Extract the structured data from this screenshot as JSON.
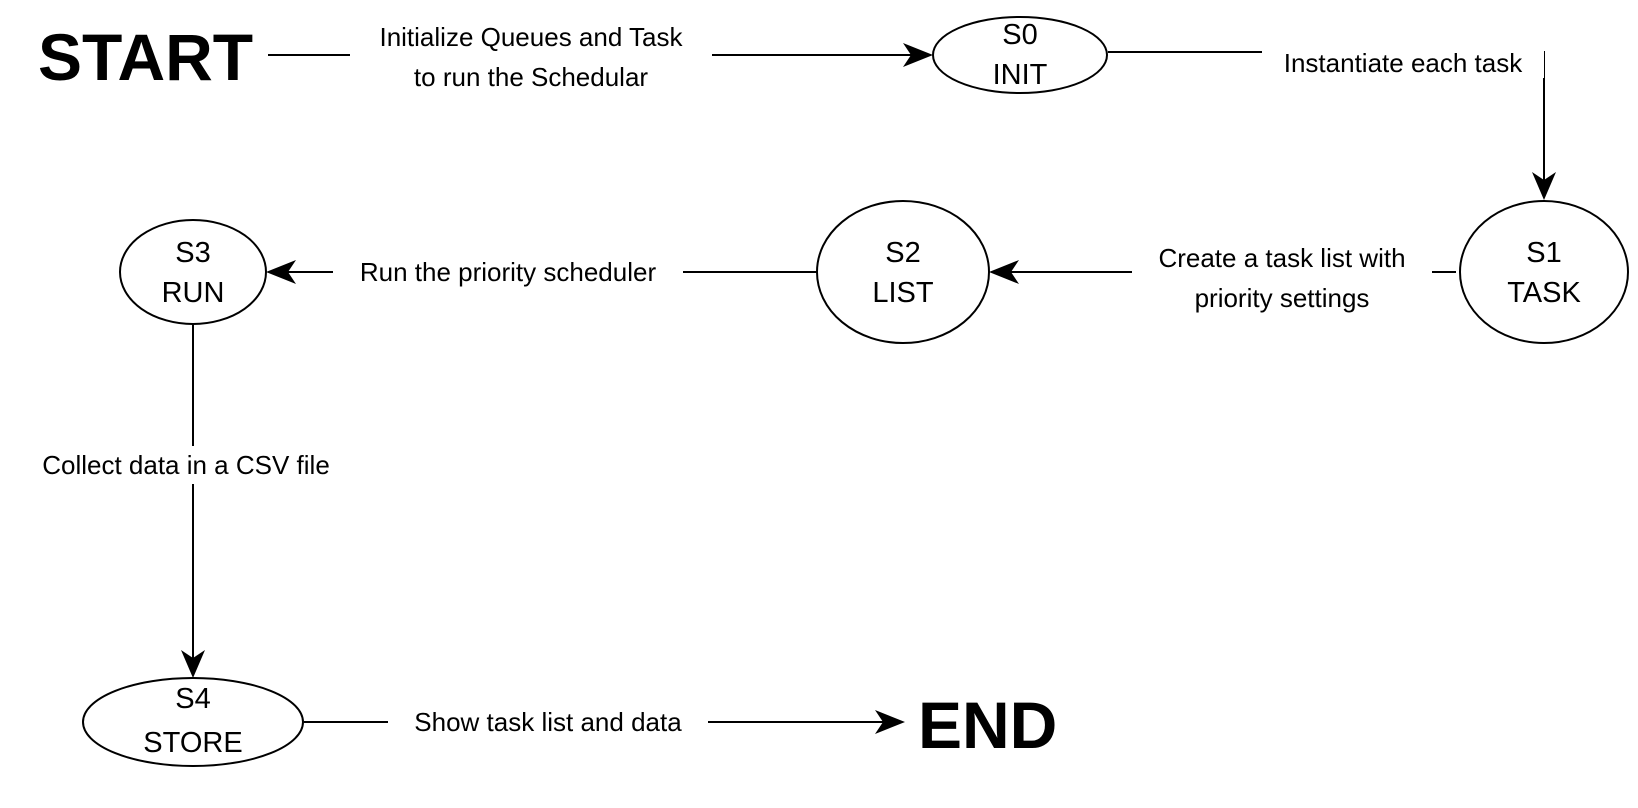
{
  "terminals": {
    "start": "START",
    "end": "END"
  },
  "nodes": {
    "s0": {
      "id": "S0",
      "name": "INIT"
    },
    "s1": {
      "id": "S1",
      "name": "TASK"
    },
    "s2": {
      "id": "S2",
      "name": "LIST"
    },
    "s3": {
      "id": "S3",
      "name": "RUN"
    },
    "s4": {
      "id": "S4",
      "name": "STORE"
    }
  },
  "edges": {
    "start_to_s0": [
      "Initialize Queues and Task",
      "to run the Schedular"
    ],
    "s0_to_s1": [
      "Instantiate each task"
    ],
    "s1_to_s2": [
      "Create a task list with",
      "priority settings"
    ],
    "s2_to_s3": [
      "Run the priority scheduler"
    ],
    "s3_to_s4": [
      "Collect data in a CSV file"
    ],
    "s4_to_end": [
      "Show task list and data"
    ]
  },
  "colors": {
    "stroke": "#000000",
    "background": "#ffffff"
  }
}
